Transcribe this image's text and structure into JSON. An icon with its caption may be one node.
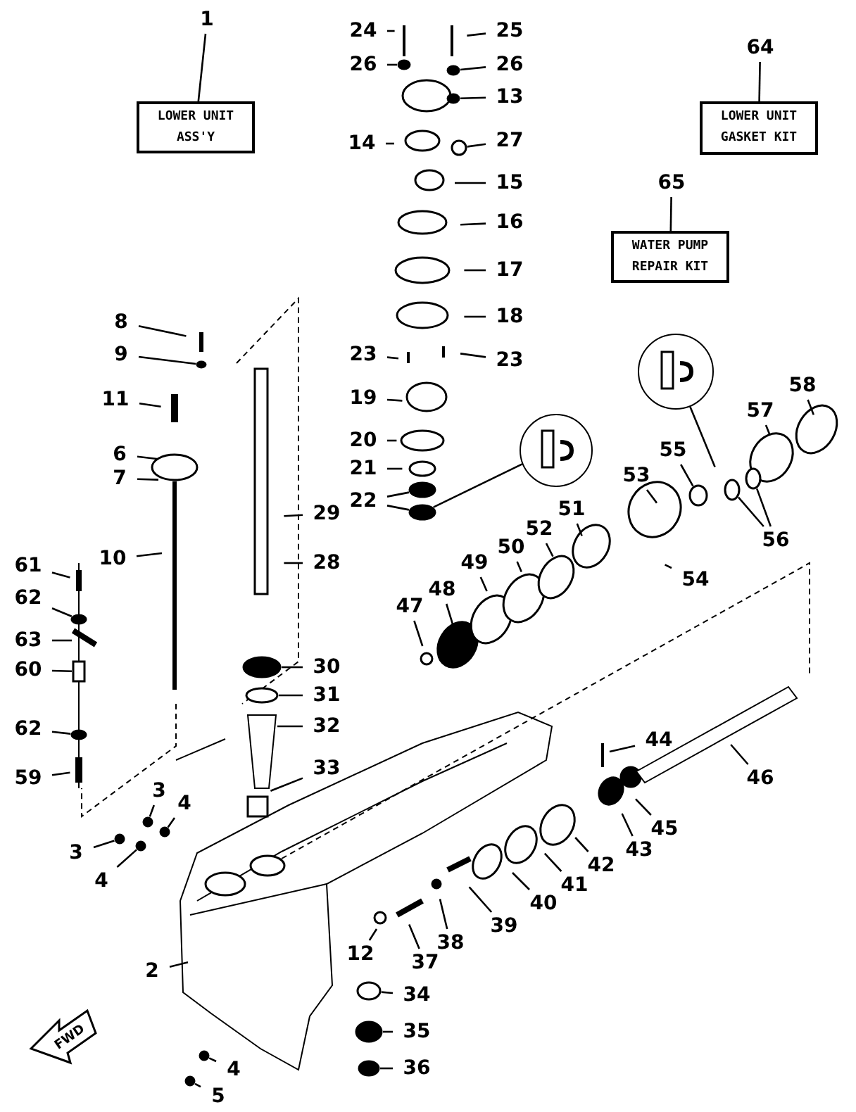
{
  "diagram": {
    "nodes": [
      {
        "text": [
          "LOWER UNIT ASS'Y"
        ]
      },
      {
        "text": [
          "1"
        ]
      },
      {
        "text": [
          "LOWER UNIT GASKET KIT"
        ]
      },
      {
        "text": [
          "64"
        ]
      },
      {
        "text": [
          "WATER PUMP REPAIR KIT"
        ]
      },
      {
        "text": [
          "65"
        ]
      },
      {
        "text": [
          "24"
        ]
      },
      {
        "text": [
          "25"
        ]
      },
      {
        "text": [
          "26"
        ]
      },
      {
        "text": [
          "26"
        ]
      },
      {
        "text": [
          "13"
        ]
      },
      {
        "text": [
          "14"
        ]
      },
      {
        "text": [
          "27"
        ]
      },
      {
        "text": [
          "15"
        ]
      },
      {
        "text": [
          "16"
        ]
      },
      {
        "text": [
          "17"
        ]
      },
      {
        "text": [
          "18"
        ]
      },
      {
        "text": [
          "8"
        ]
      },
      {
        "text": [
          "9"
        ]
      },
      {
        "text": [
          "23"
        ]
      },
      {
        "text": [
          "23"
        ]
      },
      {
        "text": [
          "11"
        ]
      },
      {
        "text": [
          "19"
        ]
      },
      {
        "text": [
          "6"
        ]
      },
      {
        "text": [
          "7"
        ]
      },
      {
        "text": [
          "20"
        ]
      },
      {
        "text": [
          "21"
        ]
      },
      {
        "text": [
          "22"
        ]
      },
      {
        "text": [
          "29"
        ]
      },
      {
        "text": [
          "10"
        ]
      },
      {
        "text": [
          "28"
        ]
      },
      {
        "text": [
          "61"
        ]
      },
      {
        "text": [
          "62"
        ]
      },
      {
        "text": [
          "63"
        ]
      },
      {
        "text": [
          "60"
        ]
      },
      {
        "text": [
          "62"
        ]
      },
      {
        "text": [
          "59"
        ]
      },
      {
        "text": [
          "30"
        ]
      },
      {
        "text": [
          "31"
        ]
      },
      {
        "text": [
          "32"
        ]
      },
      {
        "text": [
          "33"
        ]
      },
      {
        "text": [
          "3"
        ]
      },
      {
        "text": [
          "4"
        ]
      },
      {
        "text": [
          "3"
        ]
      },
      {
        "text": [
          "4"
        ]
      },
      {
        "text": [
          "2"
        ]
      },
      {
        "text": [
          "12"
        ]
      },
      {
        "text": [
          "34"
        ]
      },
      {
        "text": [
          "35"
        ]
      },
      {
        "text": [
          "36"
        ]
      },
      {
        "text": [
          "4"
        ]
      },
      {
        "text": [
          "5"
        ]
      },
      {
        "text": [
          "37"
        ]
      },
      {
        "text": [
          "38"
        ]
      },
      {
        "text": [
          "39"
        ]
      },
      {
        "text": [
          "40"
        ]
      },
      {
        "text": [
          "41"
        ]
      },
      {
        "text": [
          "42"
        ]
      },
      {
        "text": [
          "43"
        ]
      },
      {
        "text": [
          "44"
        ]
      },
      {
        "text": [
          "45"
        ]
      },
      {
        "text": [
          "46"
        ]
      },
      {
        "text": [
          "47"
        ]
      },
      {
        "text": [
          "48"
        ]
      },
      {
        "text": [
          "49"
        ]
      },
      {
        "text": [
          "50"
        ]
      },
      {
        "text": [
          "52"
        ]
      },
      {
        "text": [
          "51"
        ]
      },
      {
        "text": [
          "53"
        ]
      },
      {
        "text": [
          "55"
        ]
      },
      {
        "text": [
          "54"
        ]
      },
      {
        "text": [
          "56"
        ]
      },
      {
        "text": [
          "57"
        ]
      },
      {
        "text": [
          "58"
        ]
      },
      {
        "text": [],
        "shape": "picture"
      },
      {
        "text": [],
        "shape": "picture"
      },
      {
        "text": [],
        "shape": "circle"
      },
      {
        "text": [],
        "shape": "circle"
      },
      {
        "text": [],
        "shape": "circle"
      },
      {
        "text": [],
        "shape": "circle"
      },
      {
        "text": [],
        "shape": "circle"
      },
      {
        "text": [],
        "shape": "circle"
      },
      {
        "text": [],
        "shape": "circle"
      },
      {
        "text": [],
        "shape": "circle"
      },
      {
        "text": [],
        "shape": "box"
      },
      {
        "text": [],
        "shape": "circle"
      },
      {
        "text": [],
        "shape": "circle"
      },
      {
        "text": [],
        "shape": "circle"
      },
      {
        "text": [],
        "shape": "circle"
      },
      {
        "text": [],
        "shape": "circle"
      },
      {
        "text": [],
        "shape": "circle"
      },
      {
        "text": [],
        "shape": "circle"
      },
      {
        "text": [],
        "shape": "circle"
      },
      {
        "text": [],
        "shape": "circle"
      },
      {
        "text": [],
        "shape": "circle"
      },
      {
        "text": [],
        "shape": "circle"
      },
      {
        "text": [],
        "shape": "circle"
      },
      {
        "text": [],
        "shape": "circle"
      },
      {
        "text": [],
        "shape": "circle"
      },
      {
        "text": [],
        "shape": "circle"
      }
    ],
    "edges": [
      {
        "from": 1,
        "to": 0,
        "arrow": "none"
      },
      {
        "from": 3,
        "to": 2,
        "arrow": "none"
      },
      {
        "from": 5,
        "to": 4,
        "arrow": "none"
      },
      {
        "from": 6,
        "to": null,
        "arrow": "none"
      },
      {
        "from": 7,
        "to": null,
        "arrow": "none"
      },
      {
        "from": 8,
        "to": 76,
        "arrow": "none"
      },
      {
        "from": 9,
        "to": 77,
        "arrow": "none"
      },
      {
        "from": 10,
        "to": 78,
        "arrow": "none"
      },
      {
        "from": 11,
        "to": null,
        "arrow": "none"
      },
      {
        "from": 12,
        "to": 79,
        "arrow": "none"
      },
      {
        "from": 13,
        "to": null,
        "arrow": "none"
      },
      {
        "from": 14,
        "to": null,
        "arrow": "none"
      },
      {
        "from": 15,
        "to": null,
        "arrow": "none"
      },
      {
        "from": 16,
        "to": null,
        "arrow": "none"
      },
      {
        "from": 17,
        "to": null,
        "arrow": "none"
      },
      {
        "from": 18,
        "to": 80,
        "arrow": "none"
      },
      {
        "from": 19,
        "to": null,
        "arrow": "none"
      },
      {
        "from": 20,
        "to": null,
        "arrow": "none"
      },
      {
        "from": 21,
        "to": null,
        "arrow": "none"
      },
      {
        "from": 22,
        "to": null,
        "arrow": "none"
      },
      {
        "from": 23,
        "to": null,
        "arrow": "none"
      },
      {
        "from": 24,
        "to": null,
        "arrow": "none"
      },
      {
        "from": 25,
        "to": null,
        "arrow": "none"
      },
      {
        "from": 26,
        "to": null,
        "arrow": "none"
      },
      {
        "from": 27,
        "to": 81,
        "arrow": "none"
      },
      {
        "from": 27,
        "to": 82,
        "arrow": "none"
      },
      {
        "from": 28,
        "to": null,
        "arrow": "none"
      },
      {
        "from": 29,
        "to": null,
        "arrow": "none"
      },
      {
        "from": 30,
        "to": null,
        "arrow": "none"
      },
      {
        "from": 31,
        "to": null,
        "arrow": "none"
      },
      {
        "from": 32,
        "to": 83,
        "arrow": "none"
      },
      {
        "from": 33,
        "to": null,
        "arrow": "none"
      },
      {
        "from": 34,
        "to": 84,
        "arrow": "none"
      },
      {
        "from": 35,
        "to": 85,
        "arrow": "none"
      },
      {
        "from": 36,
        "to": null,
        "arrow": "none"
      },
      {
        "from": 37,
        "to": 86,
        "arrow": "none"
      },
      {
        "from": 38,
        "to": 87,
        "arrow": "none"
      },
      {
        "from": 39,
        "to": null,
        "arrow": "none"
      },
      {
        "from": 40,
        "to": null,
        "arrow": "none"
      },
      {
        "from": 41,
        "to": 88,
        "arrow": "none"
      },
      {
        "from": 42,
        "to": 89,
        "arrow": "none"
      },
      {
        "from": 43,
        "to": 90,
        "arrow": "none"
      },
      {
        "from": 44,
        "to": 91,
        "arrow": "none"
      },
      {
        "from": 45,
        "to": null,
        "arrow": "none"
      },
      {
        "from": 46,
        "to": null,
        "arrow": "none"
      },
      {
        "from": 47,
        "to": 92,
        "arrow": "none"
      },
      {
        "from": 48,
        "to": 93,
        "arrow": "none"
      },
      {
        "from": 49,
        "to": 94,
        "arrow": "none"
      },
      {
        "from": 50,
        "to": 95,
        "arrow": "none"
      },
      {
        "from": 51,
        "to": 96,
        "arrow": "none"
      },
      {
        "from": 52,
        "to": null,
        "arrow": "none"
      },
      {
        "from": 53,
        "to": null,
        "arrow": "none"
      },
      {
        "from": 54,
        "to": null,
        "arrow": "none"
      },
      {
        "from": 55,
        "to": null,
        "arrow": "none"
      },
      {
        "from": 56,
        "to": null,
        "arrow": "none"
      },
      {
        "from": 57,
        "to": null,
        "arrow": "none"
      },
      {
        "from": 58,
        "to": null,
        "arrow": "none"
      },
      {
        "from": 59,
        "to": null,
        "arrow": "none"
      },
      {
        "from": 60,
        "to": null,
        "arrow": "none"
      },
      {
        "from": 61,
        "to": null,
        "arrow": "none"
      },
      {
        "from": 62,
        "to": null,
        "arrow": "none"
      },
      {
        "from": 63,
        "to": null,
        "arrow": "none"
      },
      {
        "from": 64,
        "to": null,
        "arrow": "none"
      },
      {
        "from": 65,
        "to": null,
        "arrow": "none"
      },
      {
        "from": 66,
        "to": null,
        "arrow": "none"
      },
      {
        "from": 67,
        "to": null,
        "arrow": "none"
      },
      {
        "from": 68,
        "to": null,
        "arrow": "none"
      },
      {
        "from": 69,
        "to": 97,
        "arrow": "none"
      },
      {
        "from": 70,
        "to": null,
        "arrow": "none"
      },
      {
        "from": 71,
        "to": 98,
        "arrow": "none"
      },
      {
        "from": 71,
        "to": 99,
        "arrow": "none"
      },
      {
        "from": 72,
        "to": null,
        "arrow": "none"
      },
      {
        "from": 73,
        "to": null,
        "arrow": "none"
      },
      {
        "from": 74,
        "to": 82,
        "arrow": "none"
      },
      {
        "from": 75,
        "to": null,
        "arrow": "none"
      }
    ],
    "labels": [
      "FWD"
    ]
  }
}
